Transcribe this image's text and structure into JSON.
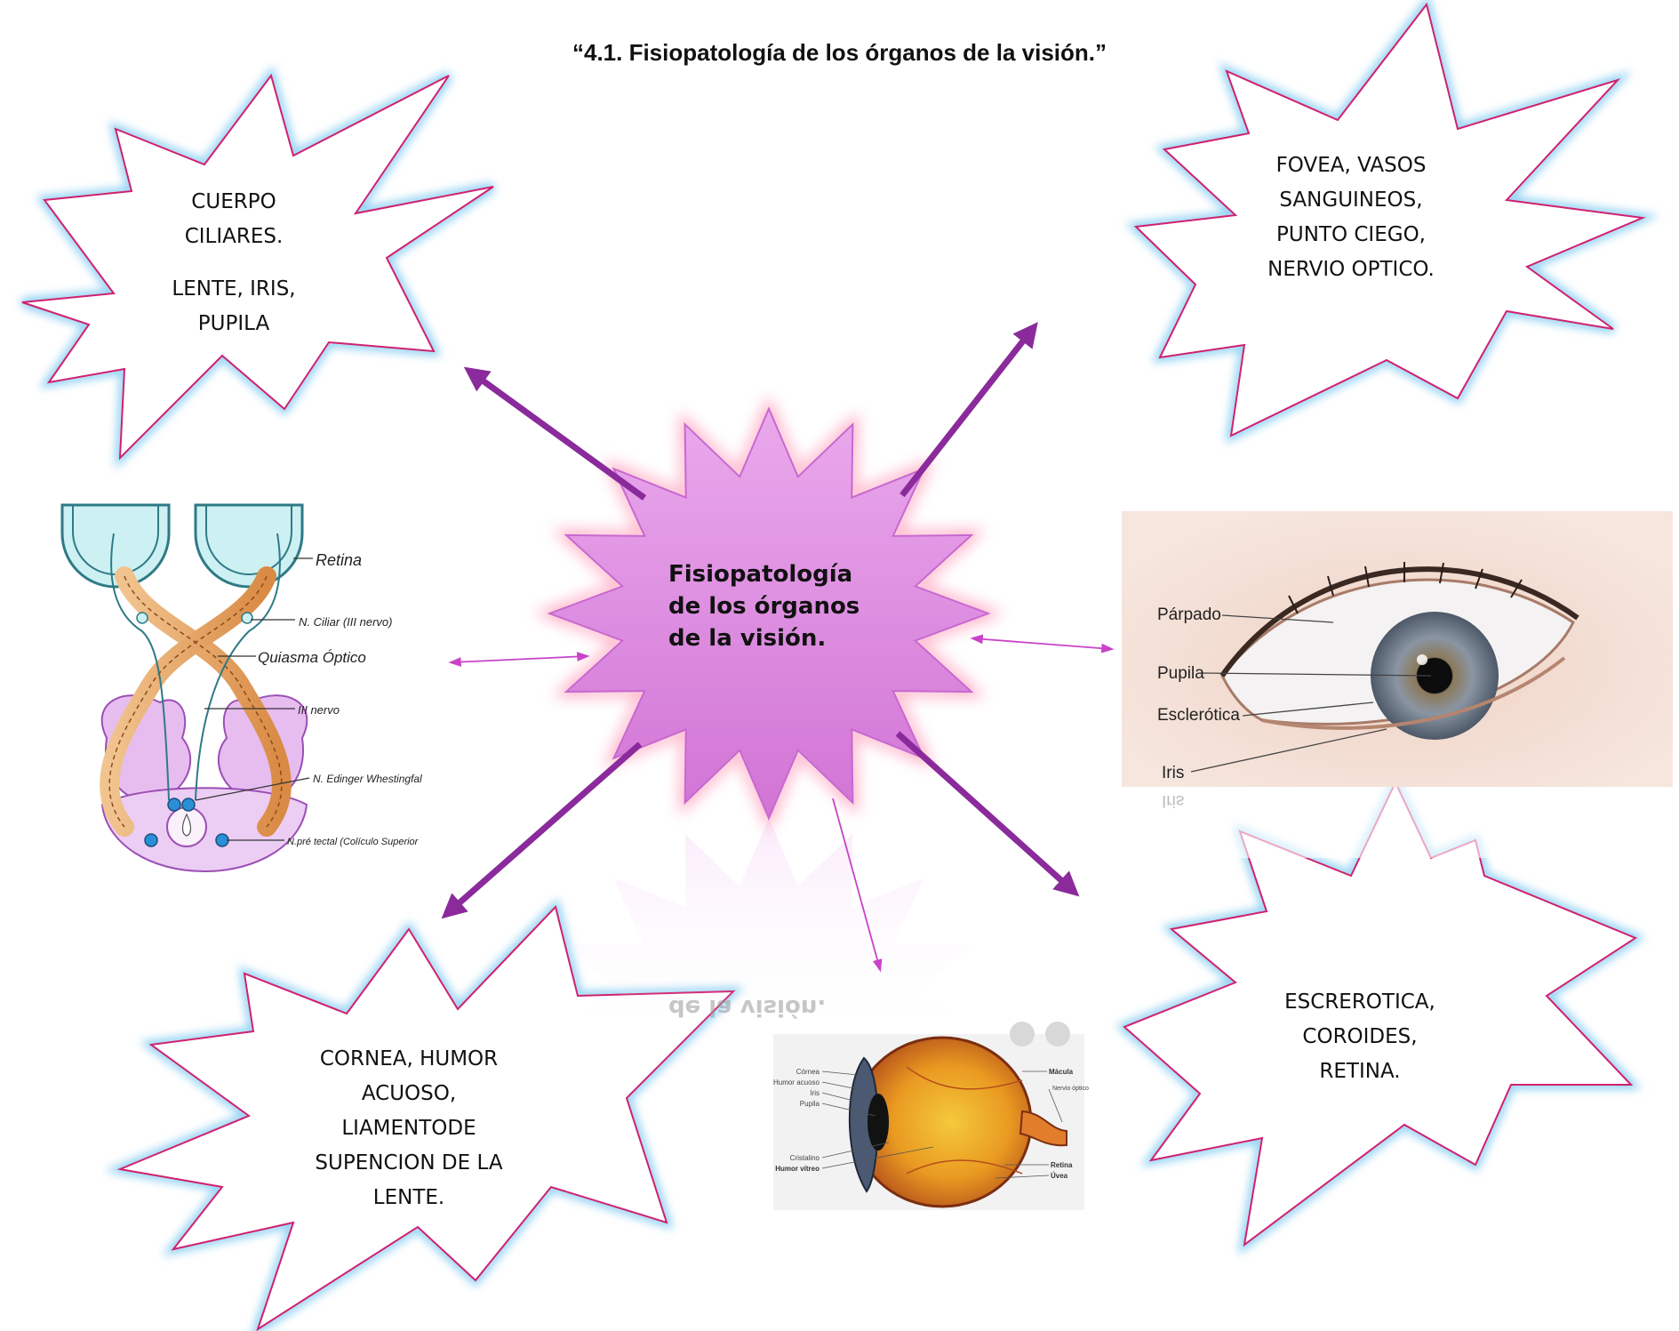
{
  "title": "“4.1. Fisiopatología de los órganos de la visión.”",
  "center": {
    "lines": [
      "Fisiopatología",
      "de los órganos",
      "de la visión."
    ],
    "reflection": "de la visión."
  },
  "bursts": {
    "top_left": {
      "lines": [
        "CUERPO",
        "CILIARES."
      ],
      "lines2": [
        "LENTE, IRIS,",
        "PUPILA"
      ]
    },
    "top_right": {
      "lines": [
        "FOVEA, VASOS",
        "SANGUINEOS,",
        "PUNTO CIEGO,",
        "NERVIO OPTICO."
      ]
    },
    "bottom_left": {
      "lines": [
        "CORNEA, HUMOR",
        "ACUOSO,",
        "LIAMENTODE",
        "SUPENCION DE LA",
        "LENTE."
      ]
    },
    "bottom_right": {
      "lines": [
        "ESCREROTICA,",
        "COROIDES,",
        "RETINA."
      ]
    }
  },
  "left_image": {
    "labels": [
      "Retina",
      "N. Ciliar (III nervo)",
      "Quiasma Óptico",
      "III nervo",
      "N. Edinger Whestingfal",
      "N.pré tectal (Colículo Superior"
    ]
  },
  "right_image": {
    "labels": [
      "Párpado",
      "Pupila",
      "Esclerótica",
      "Iris"
    ],
    "reflection": "Iris"
  },
  "bottom_image": {
    "left_labels": [
      "Córnea",
      "Humor acuoso",
      "Iris",
      "Pupila",
      "Cristalino",
      "Humor vítreo"
    ],
    "right_labels": [
      "Mácula",
      "Nervio óptico",
      "Retina",
      "Úvea"
    ]
  },
  "colors": {
    "burst_stroke": "#d0216f",
    "burst_glow": "#8fd0f2",
    "center_fill_top": "#e7a0e8",
    "center_fill_bottom": "#d57ad8",
    "center_glow": "#ff6f9a",
    "arrow_main": "#8a2a9b",
    "arrow_thin": "#c843c8"
  }
}
